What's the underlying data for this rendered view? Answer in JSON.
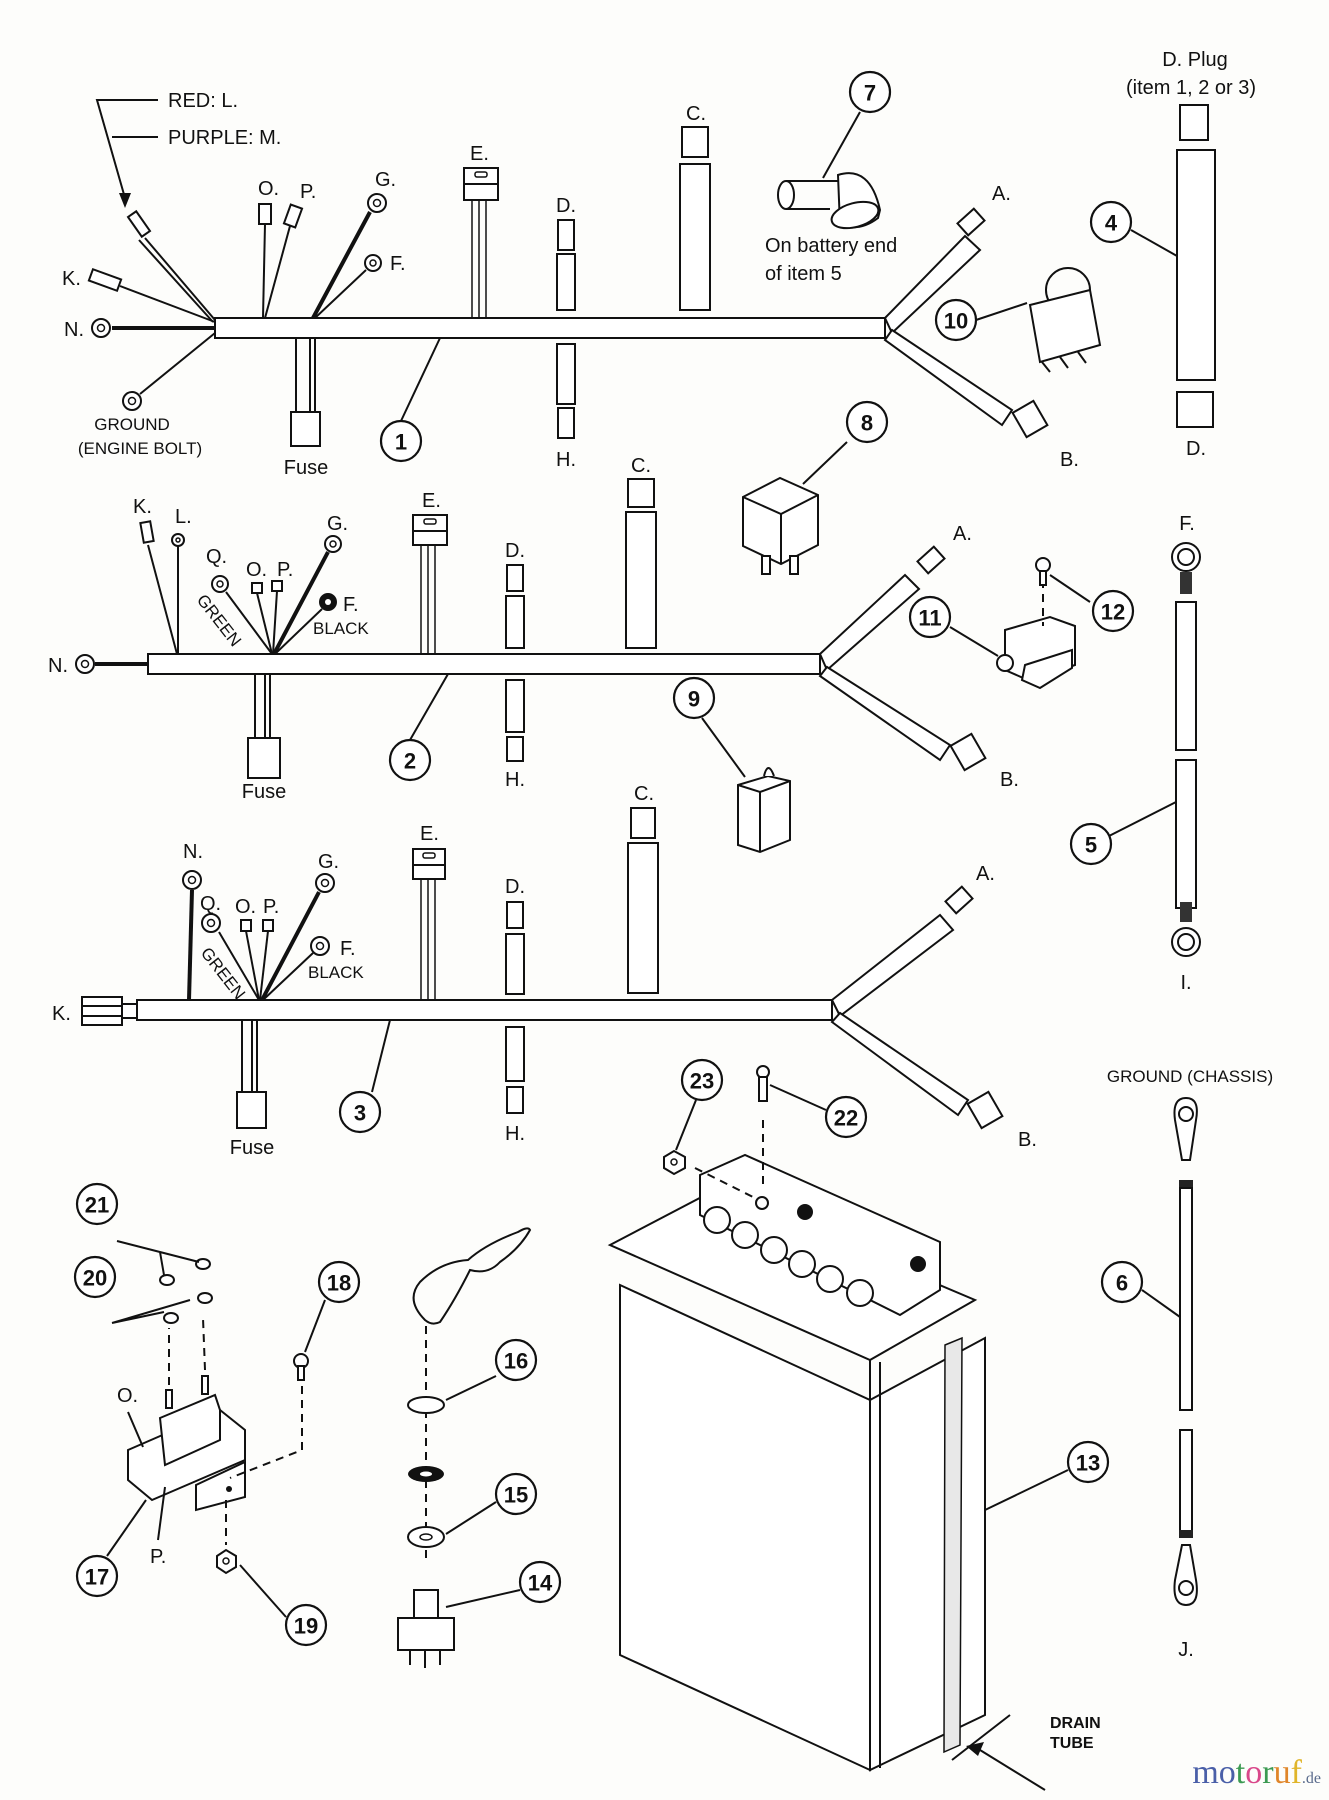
{
  "title": "Wiring harness and battery parts diagram",
  "callouts": [
    "1",
    "2",
    "3",
    "4",
    "5",
    "6",
    "7",
    "8",
    "9",
    "10",
    "11",
    "12",
    "13",
    "14",
    "15",
    "16",
    "17",
    "18",
    "19",
    "20",
    "21",
    "22",
    "23"
  ],
  "harness1": {
    "red_label": "RED: L.",
    "purple_label": "PURPLE: M.",
    "k": "K.",
    "n": "N.",
    "o": "O.",
    "p": "P.",
    "g": "G.",
    "f": "F.",
    "e": "E.",
    "d": "D.",
    "c": "C.",
    "h": "H.",
    "a": "A.",
    "b": "B.",
    "ground_line1": "GROUND",
    "ground_line2": "(ENGINE BOLT)",
    "fuse": "Fuse"
  },
  "harness2": {
    "k": "K.",
    "l": "L.",
    "q": "Q.",
    "o": "O.",
    "p": "P.",
    "g": "G.",
    "f": "F.",
    "green": "GREEN",
    "black": "BLACK",
    "n": "N.",
    "e": "E.",
    "d": "D.",
    "c": "C.",
    "h": "H.",
    "a": "A.",
    "b": "B.",
    "fuse": "Fuse"
  },
  "harness3": {
    "n": "N.",
    "q": "Q.",
    "o": "O.",
    "p": "P.",
    "g": "G.",
    "f": "F.",
    "green": "GREEN",
    "black": "BLACK",
    "k": "K.",
    "e": "E.",
    "d": "D.",
    "c": "C.",
    "h": "H.",
    "a": "A.",
    "b": "B.",
    "fuse": "Fuse"
  },
  "item7_note_line1": "On battery end",
  "item7_note_line2": "of item 5",
  "item4": {
    "top_line1": "D. Plug",
    "top_line2": "(item 1, 2 or 3)",
    "bottom": "D."
  },
  "item5": {
    "top": "F.",
    "bottom": "I."
  },
  "item6": {
    "top": "GROUND  (CHASSIS)",
    "bottom": "J."
  },
  "solenoid": {
    "o": "O.",
    "p": "P."
  },
  "battery": {
    "drain_line1": "DRAIN",
    "drain_line2": "TUBE"
  },
  "watermark": {
    "letters": [
      "m",
      "o",
      "t",
      "o",
      "r",
      "u",
      "f"
    ],
    "colors": [
      "#4a5fa8",
      "#4a5fa8",
      "#3c9a52",
      "#d9478a",
      "#3c9a52",
      "#e0862a",
      "#e0b52a"
    ],
    "tld": ".de"
  }
}
